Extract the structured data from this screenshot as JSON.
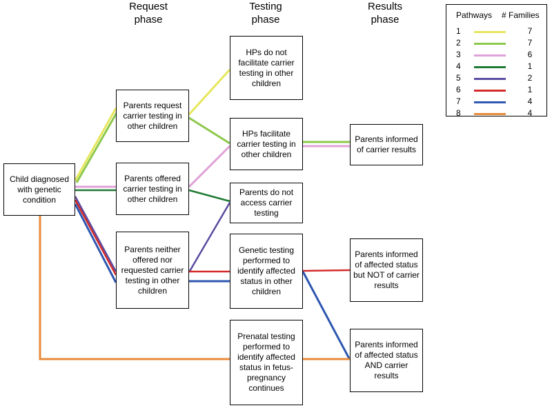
{
  "phases": {
    "request": "Request\nphase",
    "testing": "Testing\nphase",
    "results": "Results\nphase"
  },
  "boxes": {
    "child": "Child diagnosed with genetic condition",
    "request_carrier": "Parents request carrier testing in other children",
    "offered_carrier": "Parents offered carrier testing in other children",
    "neither": "Parents neither offered nor requested carrier testing in other children",
    "hp_not_facilitate": "HPs do not facilitate carrier testing in other children",
    "hp_facilitate": "HPs facilitate carrier testing in other children",
    "not_access": "Parents do not access carrier testing",
    "genetic_testing": "Genetic testing performed to identify affected status in other children",
    "prenatal": "Prenatal testing performed to identify affected status in fetus-pregnancy continues",
    "informed_carrier": "Parents informed of carrier results",
    "informed_affected_not": "Parents informed of affected status but NOT of carrier results",
    "informed_affected_and": "Parents informed of affected status AND carrier results"
  },
  "legend": {
    "header_pathways": "Pathways",
    "header_families": "# Families",
    "rows": [
      {
        "pathway": "1",
        "families": "7",
        "color": "#e6e65a"
      },
      {
        "pathway": "2",
        "families": "7",
        "color": "#8cc84b"
      },
      {
        "pathway": "3",
        "families": "6",
        "color": "#e0a0d8"
      },
      {
        "pathway": "4",
        "families": "1",
        "color": "#1e7a32"
      },
      {
        "pathway": "5",
        "families": "2",
        "color": "#5a4aa0"
      },
      {
        "pathway": "6",
        "families": "1",
        "color": "#d42a2a"
      },
      {
        "pathway": "7",
        "families": "4",
        "color": "#2e56b0"
      },
      {
        "pathway": "8",
        "families": "4",
        "color": "#e88a3a"
      }
    ]
  }
}
